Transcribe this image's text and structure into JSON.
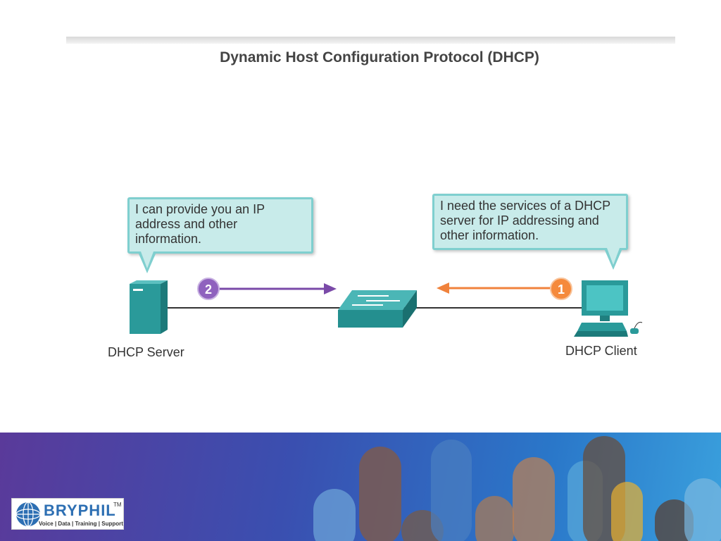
{
  "title": "Dynamic Host Configuration Protocol (DHCP)",
  "server_bubble": {
    "text": "I can provide you an IP\naddress and other\ninformation."
  },
  "client_bubble": {
    "text": "I need the services of a DHCP\nserver for IP addressing and\nother information."
  },
  "server_label": "DHCP Server",
  "client_label": "DHCP Client",
  "steps": [
    {
      "number": "1",
      "color": "#f0823c"
    },
    {
      "number": "2",
      "color": "#7a4aa8"
    }
  ],
  "colors": {
    "device": "#2a9a9a",
    "bubble_fill": "#c8ebea",
    "bubble_border": "#7fcfcf",
    "link": "#333333"
  },
  "logo": {
    "brand": "BRYPHIL",
    "trademark": "TM",
    "tagline": "Voice | Data | Training | Support"
  }
}
